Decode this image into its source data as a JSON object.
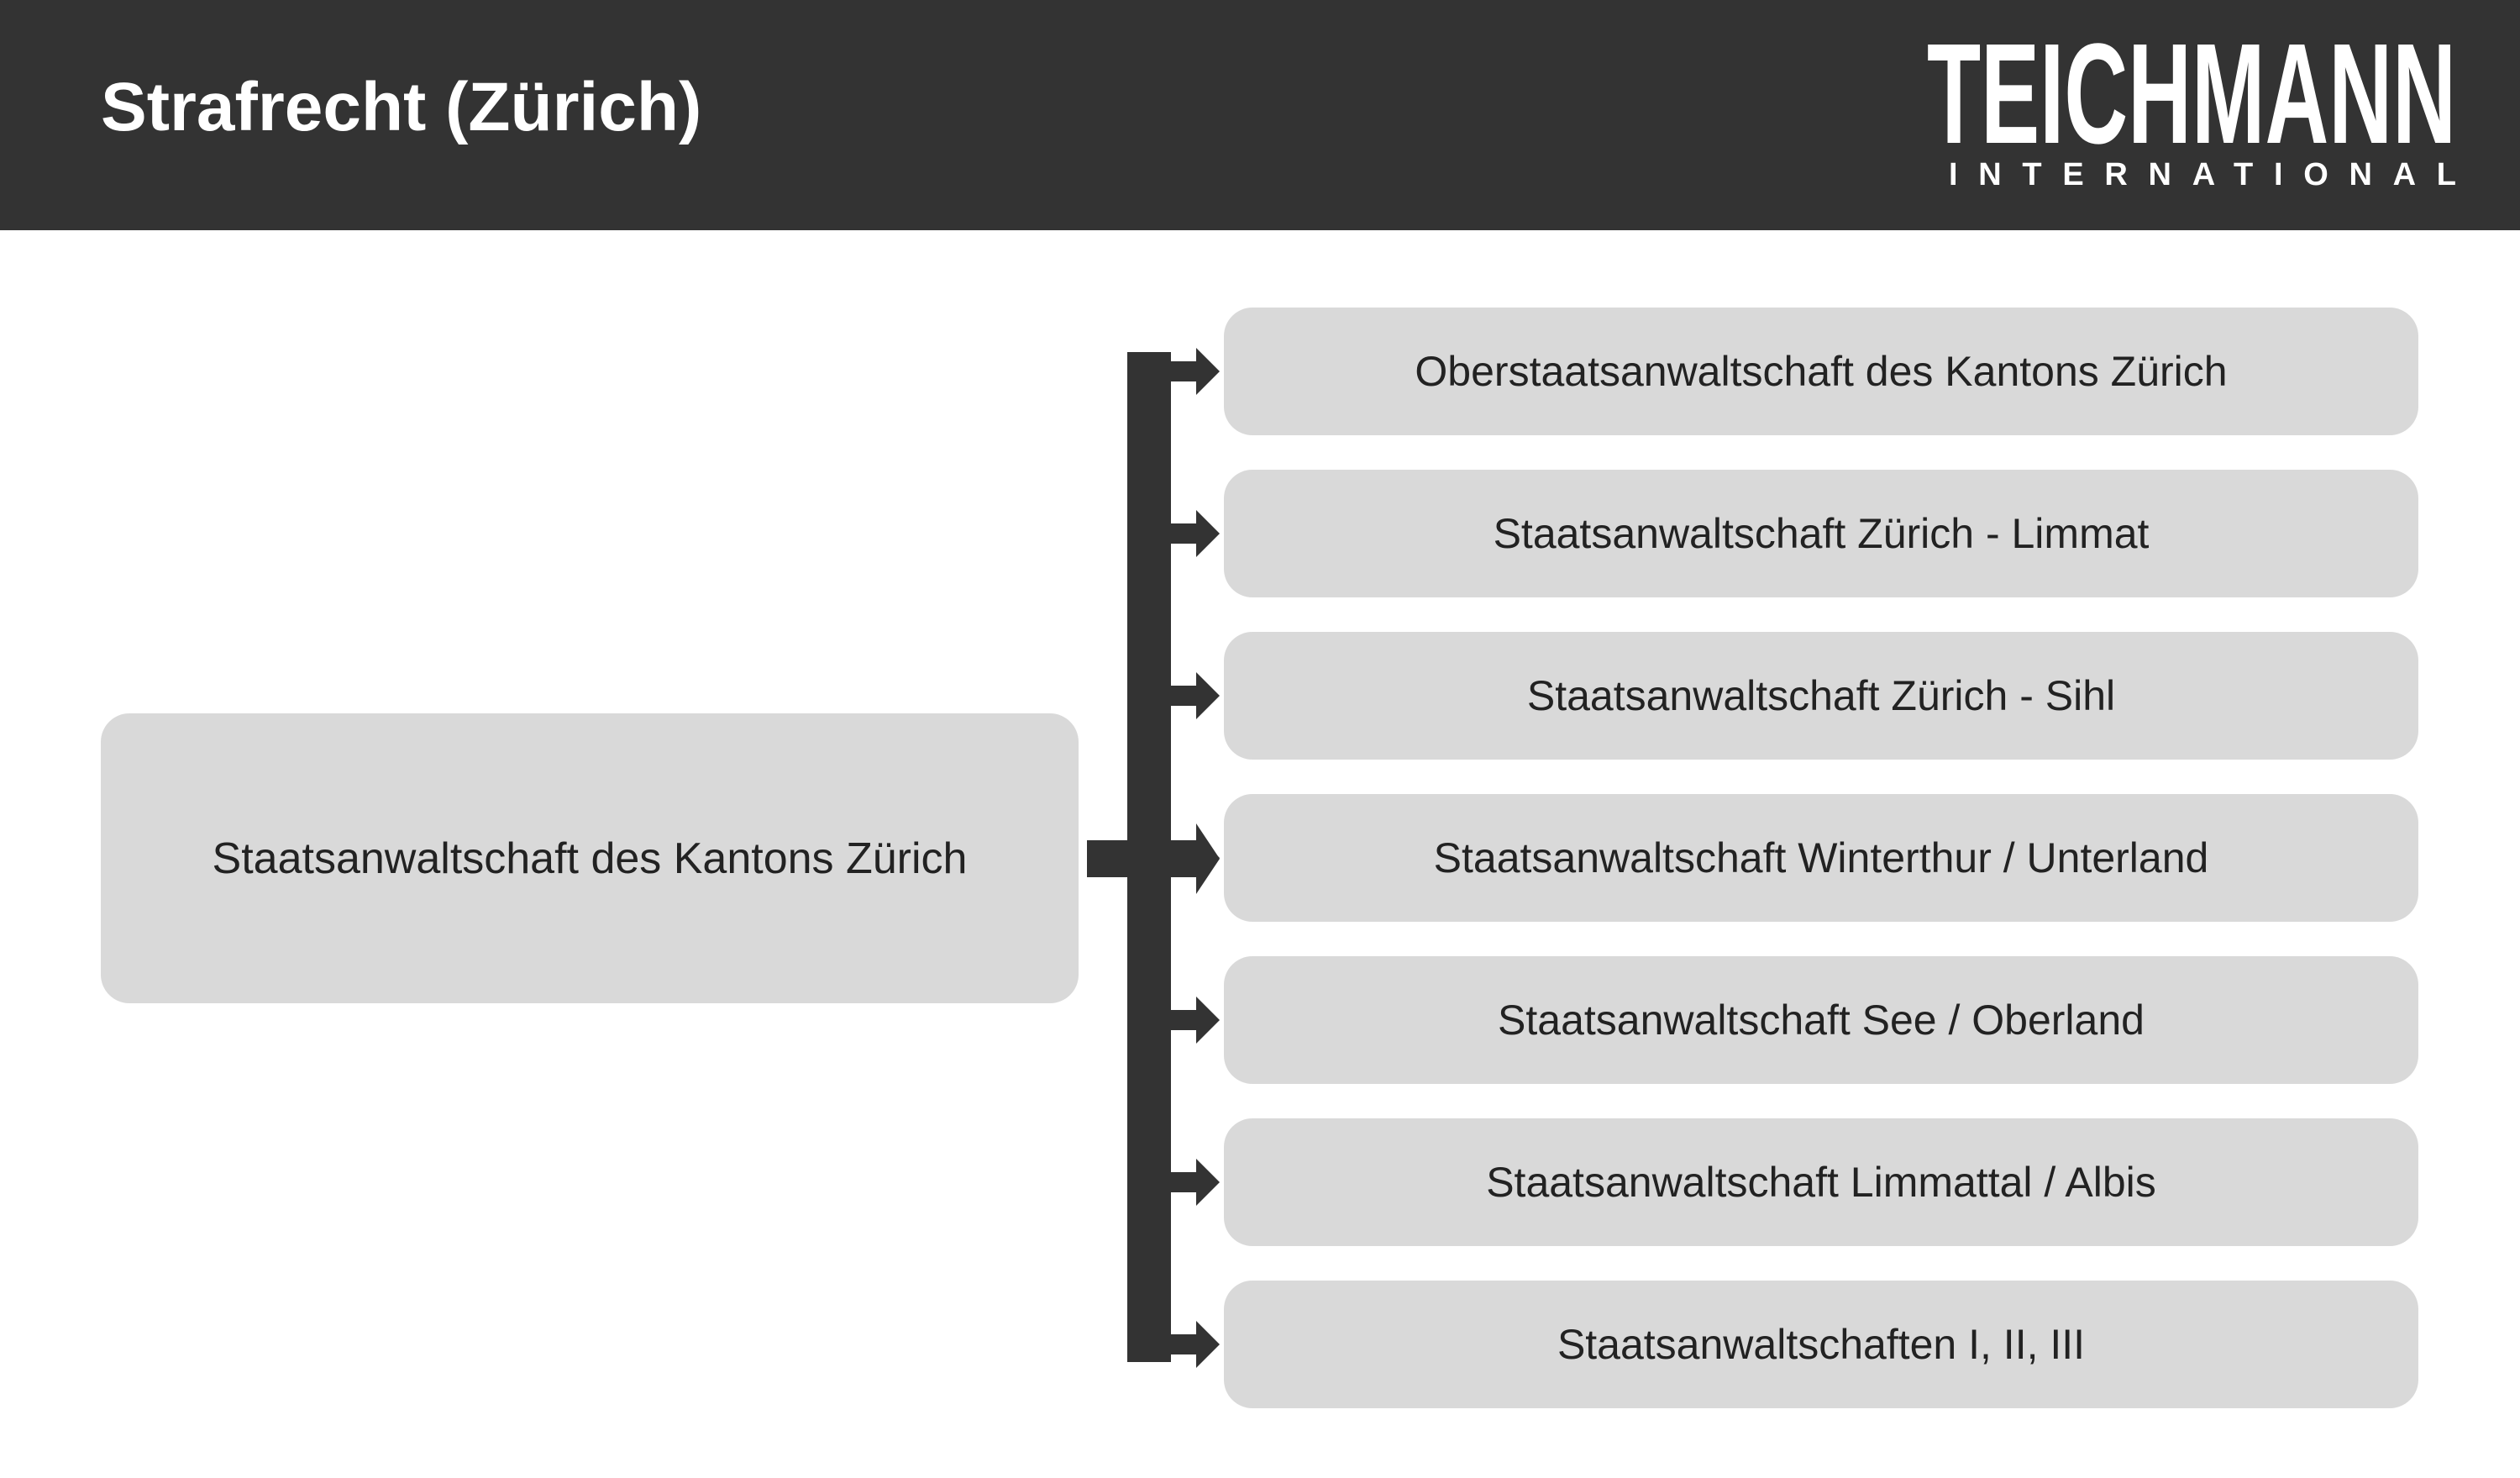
{
  "header": {
    "title": "Strafrecht (Zürich)",
    "background_color": "#333333"
  },
  "logo": {
    "name": "TEICHMANN",
    "subtitle": "INTERNATIONAL"
  },
  "diagram": {
    "root": {
      "label": "Staatsanwaltschaft des Kantons Zürich"
    },
    "children": [
      {
        "label": "Oberstaatsanwaltschaft des Kantons Zürich"
      },
      {
        "label": "Staatsanwaltschaft Zürich - Limmat"
      },
      {
        "label": "Staatsanwaltschaft Zürich - Sihl"
      },
      {
        "label": "Staatsanwaltschaft Winterthur / Unterland"
      },
      {
        "label": "Staatsanwaltschaft See / Oberland"
      },
      {
        "label": "Staatsanwaltschaft Limmattal / Albis"
      },
      {
        "label": "Staatsanwaltschaften I, II, III"
      }
    ],
    "box_color": "#d9d9d9",
    "connector_color": "#333333"
  }
}
